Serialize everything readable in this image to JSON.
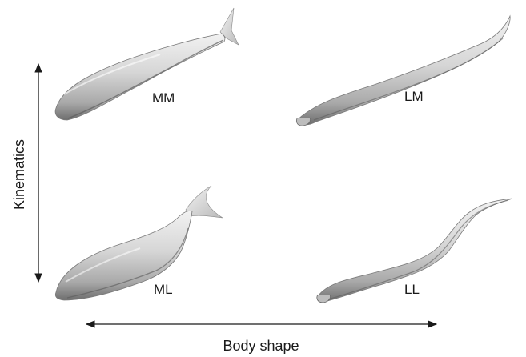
{
  "axes": {
    "x_title": "Body shape",
    "y_title": "Kinematics"
  },
  "panels": [
    {
      "label": "MM",
      "body_shape": "mackerel",
      "kinematics": "mackerel"
    },
    {
      "label": "LM",
      "body_shape": "lamprey",
      "kinematics": "mackerel"
    },
    {
      "label": "ML",
      "body_shape": "mackerel",
      "kinematics": "lamprey"
    },
    {
      "label": "LL",
      "body_shape": "lamprey",
      "kinematics": "lamprey"
    }
  ],
  "colors": {
    "body_fill": "#d4d4d4",
    "body_shadow": "#6e6e6e",
    "arrow": "#1a1a1a"
  }
}
